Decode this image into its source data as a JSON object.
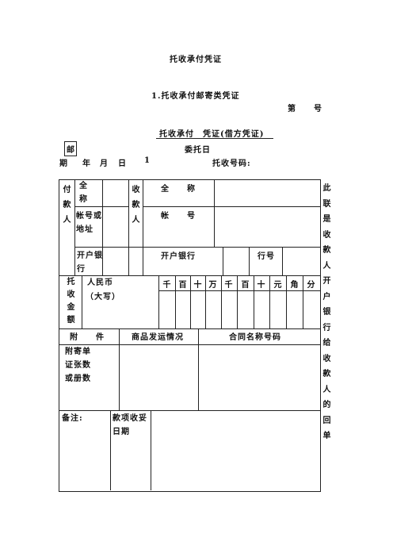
{
  "title": "托收承付凭证",
  "subtitle": "1.托收承付邮寄类凭证",
  "number_label": "第　　号",
  "form_title": "托收承付　凭证(借方凭证)",
  "mail_tag": "邮",
  "commission_date": "委托日",
  "date_line": {
    "period": "期",
    "year": "年",
    "month": "月",
    "day": "日",
    "seq": "1",
    "collection_no": "托收号码:"
  },
  "payer": {
    "side": "付款人",
    "full_name": "全称",
    "account": "帐号或地址",
    "bank": "开户银行"
  },
  "payee": {
    "side": "收款人",
    "full_name": "全　　称",
    "account": "帐　　号",
    "bank": "开户银行",
    "bank_code": "行号"
  },
  "amount": {
    "label": "托收金额",
    "currency": "人民币",
    "capital": "（大写）",
    "digits": [
      "千",
      "百",
      "十",
      "万",
      "千",
      "百",
      "十",
      "元",
      "角",
      "分"
    ]
  },
  "attach_row": {
    "attach": "附　　件",
    "shipping": "商品发运情况",
    "contract": "合同名称号码"
  },
  "attach_count": "附寄单证张数或册数",
  "remarks": "备注:",
  "received_date": "款项收妥日期",
  "side_note": "此联是收款人开户银行给收款人的回单"
}
